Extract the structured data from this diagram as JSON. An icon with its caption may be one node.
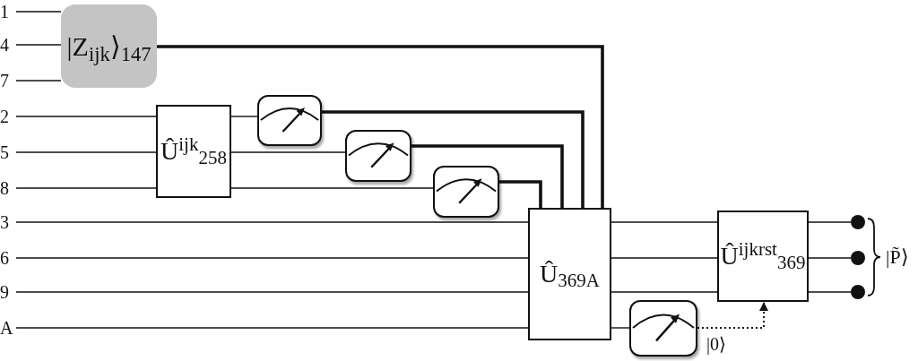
{
  "diagram": {
    "nodes": [
      {
        "text": [
          "1"
        ]
      },
      {
        "text": [
          "4"
        ]
      },
      {
        "text": [
          "7"
        ]
      },
      {
        "text": [
          "2"
        ]
      },
      {
        "text": [
          "5"
        ]
      },
      {
        "text": [
          "8"
        ]
      },
      {
        "text": [
          "3"
        ]
      },
      {
        "text": [
          "6"
        ]
      },
      {
        "text": [
          "9"
        ]
      },
      {
        "text": [
          "A"
        ]
      },
      {
        "text": [
          "|Z$_{ijk}$⟩$_{147}$"
        ]
      },
      {
        "text": [
          "Û$^{ijk}$$_{258}$"
        ]
      },
      {
        "text": [],
        "shape": "meter"
      },
      {
        "text": [],
        "shape": "meter"
      },
      {
        "text": [],
        "shape": "meter"
      },
      {
        "text": [
          "Û$_{369A}$"
        ]
      },
      {
        "text": [
          "Û$^{ijkrst}$$_{369}$"
        ]
      },
      {
        "text": [],
        "shape": "meter"
      },
      {
        "text": [],
        "shape": "circle"
      },
      {
        "text": [],
        "shape": "circle"
      },
      {
        "text": [],
        "shape": "circle"
      }
    ],
    "edges": [
      {
        "from": 0,
        "to": 10,
        "arrow": "none"
      },
      {
        "from": 1,
        "to": 10,
        "arrow": "none"
      },
      {
        "from": 2,
        "to": 10,
        "arrow": "none"
      },
      {
        "from": 3,
        "to": 11,
        "arrow": "none"
      },
      {
        "from": 4,
        "to": 11,
        "arrow": "none"
      },
      {
        "from": 5,
        "to": 11,
        "arrow": "none"
      },
      {
        "from": 11,
        "to": 12,
        "arrow": "none"
      },
      {
        "from": 11,
        "to": 13,
        "arrow": "none"
      },
      {
        "from": 11,
        "to": 14,
        "arrow": "none"
      },
      {
        "from": 10,
        "to": 15,
        "arrow": "none",
        "style": "thick"
      },
      {
        "from": 12,
        "to": 15,
        "arrow": "none",
        "style": "thick"
      },
      {
        "from": 13,
        "to": 15,
        "arrow": "none",
        "style": "thick"
      },
      {
        "from": 14,
        "to": 15,
        "arrow": "none",
        "style": "thick"
      },
      {
        "from": 6,
        "to": 15,
        "arrow": "none"
      },
      {
        "from": 7,
        "to": 15,
        "arrow": "none"
      },
      {
        "from": 8,
        "to": 15,
        "arrow": "none"
      },
      {
        "from": 9,
        "to": 15,
        "arrow": "none"
      },
      {
        "from": 15,
        "to": 16,
        "arrow": "none"
      },
      {
        "from": 15,
        "to": 16,
        "arrow": "none"
      },
      {
        "from": 15,
        "to": 16,
        "arrow": "none"
      },
      {
        "from": 15,
        "to": 17,
        "arrow": "none"
      },
      {
        "from": 17,
        "to": 16,
        "arrow": "to",
        "style": "dashed",
        "label": "|0⟩"
      },
      {
        "from": 16,
        "to": 18,
        "arrow": "none"
      },
      {
        "from": 16,
        "to": 19,
        "arrow": "none"
      },
      {
        "from": 16,
        "to": 20,
        "arrow": "none"
      }
    ],
    "labels": [
      "|P̃⟩"
    ]
  }
}
